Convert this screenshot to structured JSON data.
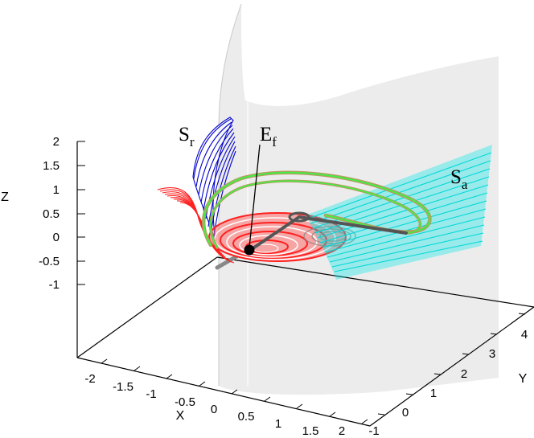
{
  "figure": {
    "axis_labels": {
      "x": "X",
      "y": "Y",
      "z": "Z"
    },
    "ticks": {
      "x": [
        "-2",
        "-1.5",
        "-1",
        "-0.5",
        "0",
        "0.5",
        "1",
        "1.5",
        "2"
      ],
      "y": [
        "-1",
        "0",
        "1",
        "2",
        "3",
        "4"
      ],
      "z": [
        "2",
        "1.5",
        "1",
        "0.5",
        "0",
        "-0.5",
        "-1"
      ]
    },
    "labels": {
      "sr": {
        "main": "S",
        "sub": "r"
      },
      "ef": {
        "main": "E",
        "sub": "f"
      },
      "sa": {
        "main": "S",
        "sub": "a"
      }
    },
    "colors": {
      "repelling_surface": "#0000cc",
      "attracting_surface": "#00e0e0",
      "spiral": "#ff2020",
      "limit_cycle_outer": "#b89860",
      "limit_cycle_inner": "#44ee44",
      "critical_sheet": "#dcdcdc",
      "equilibrium": "#000000",
      "connection": "#555555"
    }
  }
}
